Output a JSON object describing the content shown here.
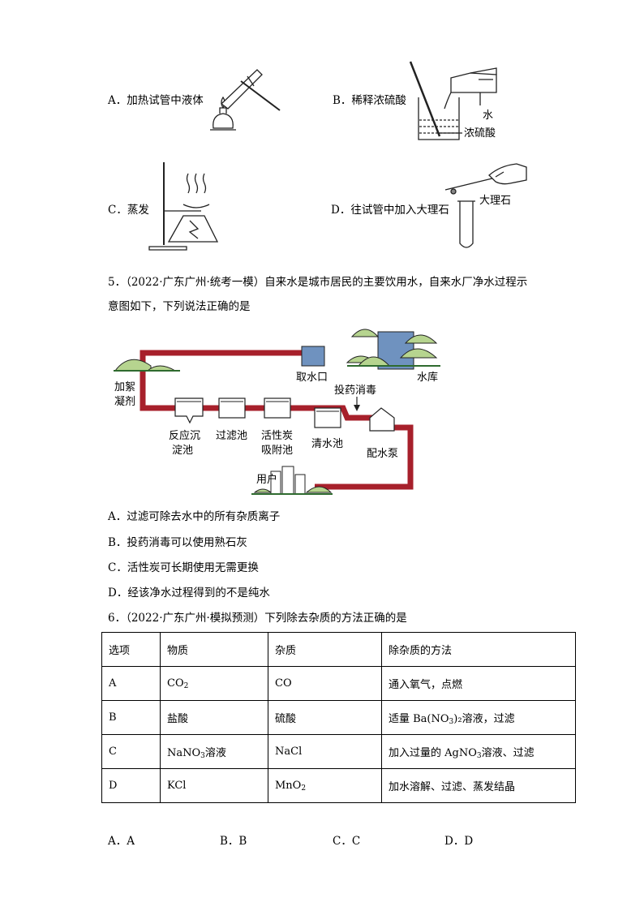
{
  "q4": {
    "options": [
      {
        "letter": "A．",
        "text": "加热试管中液体"
      },
      {
        "letter": "B．",
        "text": "稀释浓硫酸"
      },
      {
        "letter": "C．",
        "text": "蒸发"
      },
      {
        "letter": "D．",
        "text": "往试管中加入大理石"
      }
    ],
    "labels": {
      "water": "水",
      "acid": "浓硫酸",
      "marble": "大理石"
    }
  },
  "q5": {
    "stem_line1": "5．（2022·广东广州·统考一模）自来水是城市居民的主要饮用水，自来水厂净水过程示",
    "stem_line2": "意图如下，下列说法正确的是",
    "diagram": {
      "intake": "取水口",
      "reservoir": "水库",
      "coagulant_1": "加絮",
      "coagulant_2": "凝剂",
      "disinfect": "投药消毒",
      "settle_1": "反应沉",
      "settle_2": "淀池",
      "filter": "过滤池",
      "carbon_1": "活性炭",
      "carbon_2": "吸附池",
      "clear": "清水池",
      "pump": "配水泵",
      "user": "用户"
    },
    "options": [
      "A．过滤可除去水中的所有杂质离子",
      "B．投药消毒可以使用熟石灰",
      "C．活性炭可长期使用无需更换",
      "D．经该净水过程得到的不是纯水"
    ]
  },
  "q6": {
    "stem": "6．（2022·广东广州·模拟预测）下列除去杂质的方法正确的是",
    "headers": [
      "选项",
      "物质",
      "杂质",
      "除杂质的方法"
    ],
    "rows": [
      {
        "opt": "A",
        "sub_pre": "CO",
        "sub_n": "2",
        "sub_post": "",
        "imp_pre": "CO",
        "imp_n": "",
        "imp_post": "",
        "method_pre": "通入氧气，点燃",
        "method_n": "",
        "method_post": ""
      },
      {
        "opt": "B",
        "sub_pre": "盐酸",
        "sub_n": "",
        "sub_post": "",
        "imp_pre": "硫酸",
        "imp_n": "",
        "imp_post": "",
        "method_pre": "适量 Ba(NO",
        "method_n": "3",
        "method_post": ")₂溶液，过滤"
      },
      {
        "opt": "C",
        "sub_pre": "NaNO",
        "sub_n": "3",
        "sub_post": "溶液",
        "imp_pre": "NaCl",
        "imp_n": "",
        "imp_post": "",
        "method_pre": "加入过量的 AgNO",
        "method_n": "3",
        "method_post": "溶液、过滤"
      },
      {
        "opt": "D",
        "sub_pre": "KCl",
        "sub_n": "",
        "sub_post": "",
        "imp_pre": "MnO",
        "imp_n": "2",
        "imp_post": "",
        "method_pre": "加水溶解、过滤、蒸发结晶",
        "method_n": "",
        "method_post": ""
      }
    ],
    "answers": [
      "A．A",
      "B．B",
      "C．C",
      "D．D"
    ]
  }
}
